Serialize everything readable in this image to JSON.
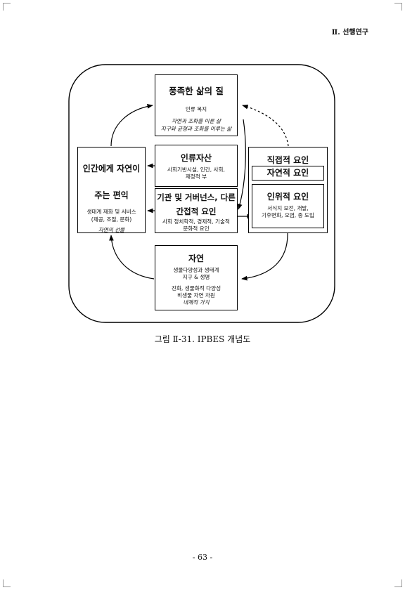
{
  "header": {
    "section": "Ⅱ. 선행연구"
  },
  "diagram": {
    "good_quality_of_life": {
      "title": "풍족한 삶의 질",
      "line1": "인류 복지",
      "line2": "자연과 조화를 이룬 삶",
      "line3": "지구와 균형과 조화를 이루는 삶"
    },
    "nature_contributions": {
      "title_line1": "인간에게 자연이",
      "title_line2": "주는 편익",
      "line1": "생태계 재화 및 서비스",
      "line2": "(제공, 조절, 문화)",
      "line3": "자연의 선물"
    },
    "anthropogenic_assets": {
      "title": "인류자산",
      "line1": "사회기반시설, 인간, 사회,",
      "line2": "재정적 부"
    },
    "institutions": {
      "title_line1": "기관 및 거버넌스, 다른",
      "title_line2": "간접적 요인",
      "line1": "사회 정치학적, 경제적, 기술적",
      "line2": "문화적 요인"
    },
    "direct_drivers": {
      "title": "직접적 요인",
      "natural": "자연적 요인",
      "anthropogenic": "인위적 요인",
      "line1": "서식지 보전, 개발,",
      "line2": "기후변화, 오염, 종 도입"
    },
    "nature": {
      "title": "자연",
      "line1": "생물다양성과 생태계",
      "line2": "지구 & 생명",
      "line3": "진화, 생물화적 다양성",
      "line4": "비생물 자연 차원",
      "line5": "내재적 가치"
    }
  },
  "caption": "그림 Ⅱ-31. IPBES 개념도",
  "page_number": "- 63 -"
}
